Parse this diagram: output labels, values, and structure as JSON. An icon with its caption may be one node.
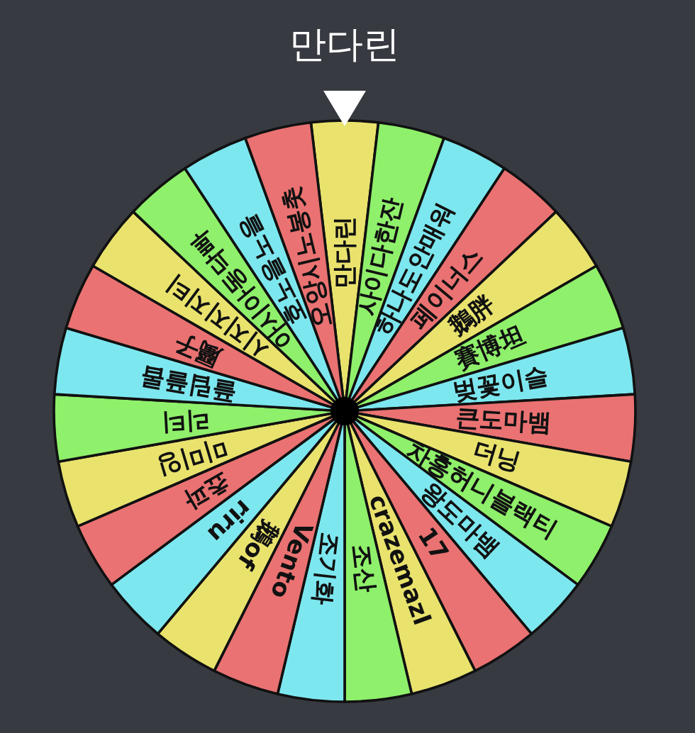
{
  "diagram": {
    "title": "만다린",
    "nodes": [
      {
        "text": [
          "만다린"
        ]
      },
      {
        "text": [
          "사이다한잔"
        ]
      },
      {
        "text": [
          "하나도안매워"
        ]
      },
      {
        "text": [
          "페이너스"
        ]
      },
      {
        "text": [
          "鵝胖"
        ]
      },
      {
        "text": [
          "賽博坦"
        ]
      },
      {
        "text": [
          "벚꽃이슬"
        ]
      },
      {
        "text": [
          "큰도마뱀"
        ]
      },
      {
        "text": [
          "더닝"
        ]
      },
      {
        "text": [
          "차홍허니블랙티"
        ]
      },
      {
        "text": [
          "왕도마뱀"
        ]
      },
      {
        "text": [
          "17"
        ]
      },
      {
        "text": [
          "crazemazl"
        ]
      },
      {
        "text": [
          "조산"
        ]
      },
      {
        "text": [
          "조기화"
        ]
      },
      {
        "text": [
          "Vento"
        ]
      },
      {
        "text": [
          "鵝of"
        ]
      },
      {
        "text": [
          "riru"
        ]
      },
      {
        "text": [
          "쵸파"
        ]
      },
      {
        "text": [
          "미미잉"
        ]
      },
      {
        "text": [
          "리티"
        ]
      },
      {
        "text": [
          "플립플롭"
        ]
      },
      {
        "text": [
          "屬子"
        ]
      },
      {
        "text": [
          "시지지지티"
        ]
      },
      {
        "text": [
          "아시아동닥빠"
        ]
      },
      {
        "text": [
          "호노을노을"
        ]
      },
      {
        "text": [
          "오앙시노봉촛"
        ]
      }
    ]
  }
}
